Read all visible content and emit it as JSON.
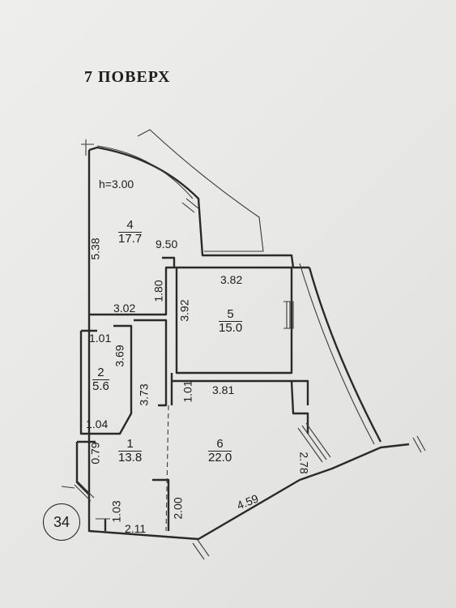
{
  "title": "7   ПОВЕРХ",
  "ceiling_height": "h=3.00",
  "apartment_number": "34",
  "rooms": [
    {
      "number": "4",
      "area": "17.7"
    },
    {
      "number": "5",
      "area": "15.0"
    },
    {
      "number": "2",
      "area": "5.6"
    },
    {
      "number": "1",
      "area": "13.8"
    },
    {
      "number": "6",
      "area": "22.0"
    }
  ],
  "dimensions": [
    "5.38",
    "9.50",
    "3.82",
    "1.80",
    "3.92",
    "3.02",
    "1.01",
    "3.69",
    "3.73",
    "1.01",
    "3.81",
    "1.04",
    "0.79",
    "2.78",
    "1.03",
    "2.11",
    "2.00",
    "4.59"
  ]
}
